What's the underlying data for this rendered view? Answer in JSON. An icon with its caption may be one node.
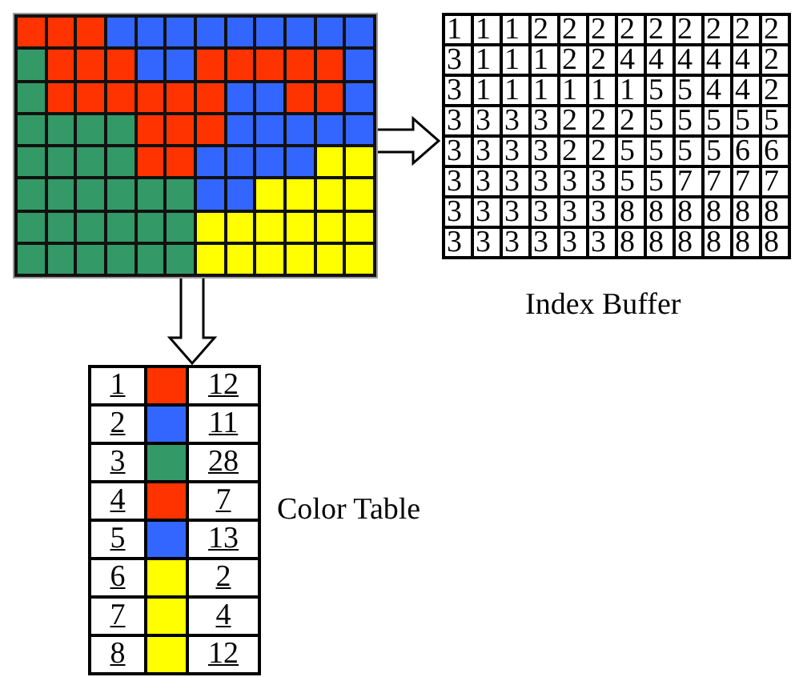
{
  "diagram": {
    "nodes": [
      {
        "text": [],
        "shape": "picture"
      },
      {
        "text": [
          "Index Buffer"
        ]
      },
      {
        "text": [
          "Color Table"
        ]
      }
    ],
    "edges": [
      {
        "from": 0,
        "to": 1,
        "arrow": "to"
      },
      {
        "from": 0,
        "to": 2,
        "arrow": "to"
      }
    ],
    "labels": [
      "1",
      "1",
      "1",
      "2",
      "2",
      "2",
      "2",
      "2",
      "2",
      "2",
      "2",
      "2",
      "3",
      "1",
      "1",
      "1",
      "2",
      "2",
      "4",
      "4",
      "4",
      "4",
      "4",
      "2",
      "3",
      "1",
      "1",
      "1",
      "1",
      "1",
      "1",
      "5",
      "5",
      "4",
      "4",
      "2",
      "3",
      "3",
      "3",
      "3",
      "2",
      "2",
      "2",
      "5",
      "5",
      "5",
      "5",
      "5",
      "3",
      "3",
      "3",
      "3",
      "2",
      "2",
      "5",
      "5",
      "5",
      "5",
      "6",
      "6",
      "3",
      "3",
      "3",
      "3",
      "3",
      "3",
      "5",
      "5",
      "7",
      "7",
      "7",
      "7",
      "3",
      "3",
      "3",
      "3",
      "3",
      "3",
      "8",
      "8",
      "8",
      "8",
      "8",
      "8",
      "3",
      "3",
      "3",
      "3",
      "3",
      "3",
      "8",
      "8",
      "8",
      "8",
      "8",
      "8",
      "1",
      "12",
      "2",
      "11",
      "3",
      "28",
      "4",
      "7",
      "5",
      "13",
      "6",
      "2",
      "7",
      "4",
      "8",
      "12"
    ]
  }
}
